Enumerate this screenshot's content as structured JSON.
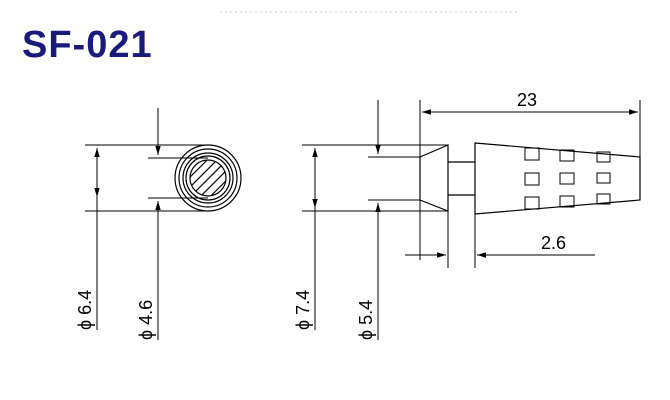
{
  "title": "SF-021",
  "colors": {
    "title": "#1a1a7a",
    "line": "#000000",
    "background": "#ffffff"
  },
  "dimensions": {
    "left_outer_dia": "ϕ 6.4",
    "left_inner_dia": "ϕ 4.6",
    "right_outer_dia": "ϕ 7.4",
    "right_inner_dia": "ϕ 5.4",
    "overall_length": "23",
    "tip_length": "2.6"
  }
}
